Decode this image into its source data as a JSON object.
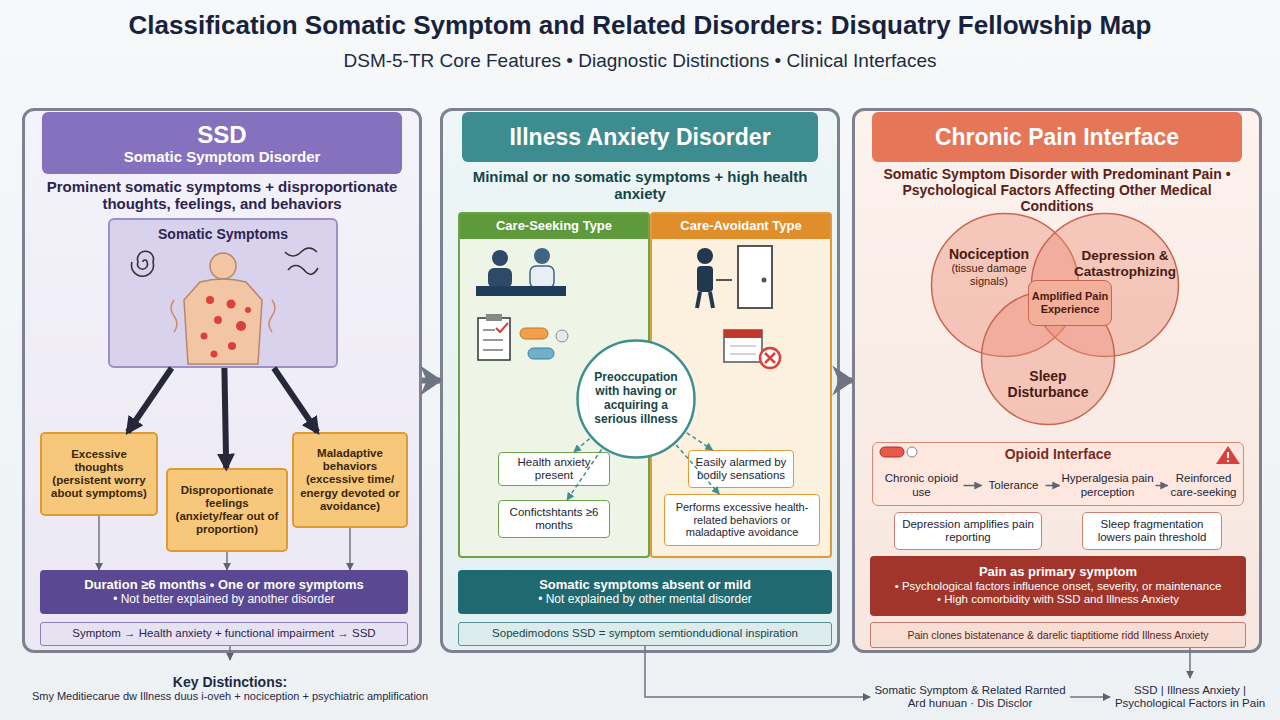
{
  "diagram": {
    "title": "Classification Somatic Symptom and Related Disorders: Disquatry Fellowship Map",
    "nodes": [
      {
        "text": [
          "Prominent somatic symptoms + disproportionate thoughts, feelings, and behaviors"
        ]
      },
      {
        "text": [
          "SSD",
          "Somatic Symptom Disorder"
        ],
        "in": 0
      },
      {
        "text": [
          "Somatic Symptoms"
        ],
        "in": 0
      },
      {
        "text": [
          "Excessive thoughts (persistent worry about symptoms)"
        ],
        "in": 0
      },
      {
        "text": [
          "Disproportionate feelings (anxiety/fear out of proportion)"
        ],
        "in": 0
      },
      {
        "text": [
          "Maladaptive behaviors (excessive time/ energy devoted or avoidance)"
        ],
        "in": 0
      },
      {
        "text": [
          "Duration ≥6 months • One or more symptoms",
          "• Not better explained by another disorder"
        ],
        "in": 0
      },
      {
        "text": [
          "Symptom → Health anxiety + functional impairment → SSD"
        ],
        "in": 0
      },
      {
        "text": [
          "Minimal or no somatic symptoms + high health anxiety"
        ]
      },
      {
        "text": [
          "Illness Anxiety Disorder"
        ],
        "in": 8
      },
      {
        "text": [
          "Care-Seeking Type"
        ],
        "in": 8
      },
      {
        "text": [
          "Care-Avoidant Type"
        ],
        "in": 8
      },
      {
        "text": [
          "Preoccupation with having or acquiring a serious illness"
        ],
        "in": 8
      },
      {
        "text": [
          "Health anxiety present"
        ],
        "in": 10
      },
      {
        "text": [
          "Confictshtants ≥6 months"
        ],
        "in": 10
      },
      {
        "text": [
          "Easily alarmed by bodily sensations"
        ],
        "in": 11
      },
      {
        "text": [
          "Performs excessive health-related behaviors or maladaptive avoidance"
        ],
        "in": 11
      },
      {
        "text": [
          "Somatic symptoms absent or mild",
          "• Not explained by other mental disorder"
        ],
        "in": 8
      },
      {
        "text": [
          "Sopedimodons SSD = symptom semtiondudional inspiration"
        ],
        "in": 8
      },
      {
        "text": [
          "Somatic Symptom Disorder with Predominant Pain • Psychological Factors Affecting Other Medical Conditions"
        ]
      },
      {
        "text": [
          "Chronic Pain Interface"
        ],
        "in": 19
      },
      {
        "text": [
          "Nociception",
          "(tissue damage signals)"
        ],
        "in": 19
      },
      {
        "text": [
          "Depression & Catastrophizing"
        ],
        "in": 19
      },
      {
        "text": [
          "Sleep Disturbance"
        ],
        "in": 19
      },
      {
        "text": [
          "Amplified Pain Experience"
        ],
        "in": 19
      },
      {
        "text": [
          "Opioid Interface"
        ],
        "in": 19
      },
      {
        "text": [
          "Chronic opioid use"
        ],
        "in": 25
      },
      {
        "text": [
          "Tolerance"
        ],
        "in": 25
      },
      {
        "text": [
          "Hyperalgesia pain perception"
        ],
        "in": 25
      },
      {
        "text": [
          "Reinforced care-seeking"
        ],
        "in": 25
      },
      {
        "text": [
          "Depression amplifies pain reporting"
        ],
        "in": 19
      },
      {
        "text": [
          "Sleep fragmentation lowers pain threshold"
        ],
        "in": 19
      },
      {
        "text": [
          "Pain as primary symptom",
          "• Psychological factors influence onset, severity, or maintenance",
          "• High comorbidity with SSD and Illness Anxiety"
        ],
        "in": 19
      },
      {
        "text": [
          "Pain clones bistatenance & darelic tiaptitiome ridd Illness Anxiety"
        ],
        "in": 19
      },
      {
        "text": [
          "Key Distinctions:",
          "Smy Meditiecarue dw Illness duus i-oveh + nociception + psychiatric amplification"
        ]
      },
      {
        "text": [
          "Somatic Symptom & Related Rarnted Ard hunuan · Dis Disclor"
        ]
      },
      {
        "text": [
          "SSD | Illness Anxiety | Psychological Factors in Pain"
        ]
      }
    ],
    "edges": [
      {
        "from": 0,
        "to": 8,
        "arrow": "to"
      },
      {
        "from": 8,
        "to": 19,
        "arrow": "to"
      },
      {
        "from": 2,
        "to": 3,
        "arrow": "to"
      },
      {
        "from": 2,
        "to": 4,
        "arrow": "to"
      },
      {
        "from": 2,
        "to": 5,
        "arrow": "to"
      },
      {
        "from": 3,
        "to": 6,
        "arrow": "to"
      },
      {
        "from": 4,
        "to": 6,
        "arrow": "to"
      },
      {
        "from": 5,
        "to": 6,
        "arrow": "to"
      },
      {
        "from": 12,
        "to": 13,
        "arrow": "to"
      },
      {
        "from": 12,
        "to": 14,
        "arrow": "to"
      },
      {
        "from": 12,
        "to": 15,
        "arrow": "to"
      },
      {
        "from": 12,
        "to": 16,
        "arrow": "to"
      },
      {
        "from": 26,
        "to": 27,
        "arrow": "to"
      },
      {
        "from": 27,
        "to": 28,
        "arrow": "to"
      },
      {
        "from": 28,
        "to": 29,
        "arrow": "to"
      },
      {
        "from": 7,
        "to": 34,
        "arrow": "to"
      },
      {
        "from": 18,
        "to": 35,
        "arrow": "to"
      },
      {
        "from": 35,
        "to": 36,
        "arrow": "to"
      },
      {
        "from": 33,
        "to": 36,
        "arrow": "to"
      }
    ],
    "labels": [
      "DSM-5-TR Core Features • Diagnostic Distinctions • Clinical Interfaces"
    ]
  }
}
